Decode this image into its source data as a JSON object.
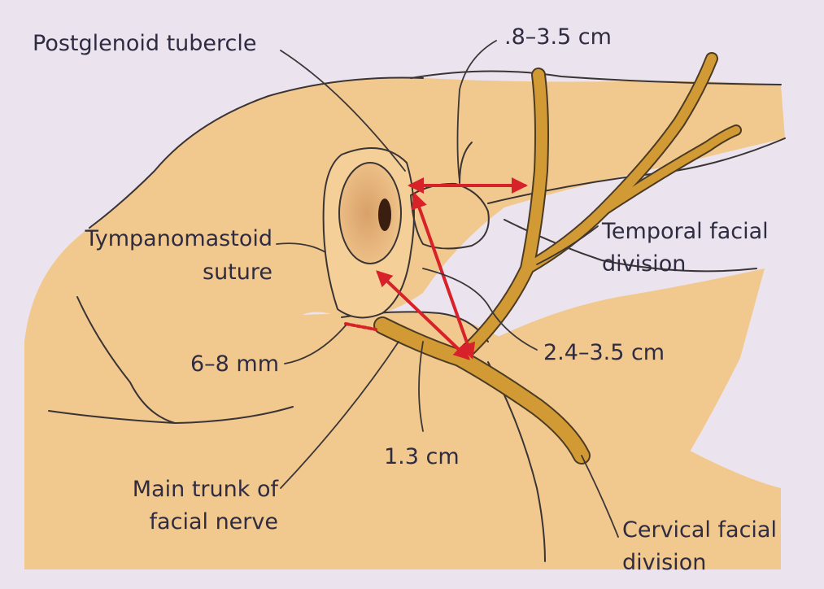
{
  "labels": {
    "postglenoid": "Postglenoid tubercle",
    "dist_top": ".8–3.5 cm",
    "tympanomastoid_1": "Tympanomastoid",
    "tympanomastoid_2": "suture",
    "temporal_1": "Temporal facial",
    "temporal_2": "division",
    "dist_6_8": "6–8 mm",
    "dist_2_4": "2.4–3.5 cm",
    "dist_1_3": "1.3 cm",
    "main_trunk_1": "Main trunk of",
    "main_trunk_2": "facial nerve",
    "cervical_1": "Cervical facial",
    "cervical_2": "division"
  },
  "colors": {
    "page": "#ebe4ef",
    "tissue": "#f1c98f",
    "nerve": "#d19a34",
    "arrow": "#d8222a",
    "text": "#2f2b40"
  }
}
